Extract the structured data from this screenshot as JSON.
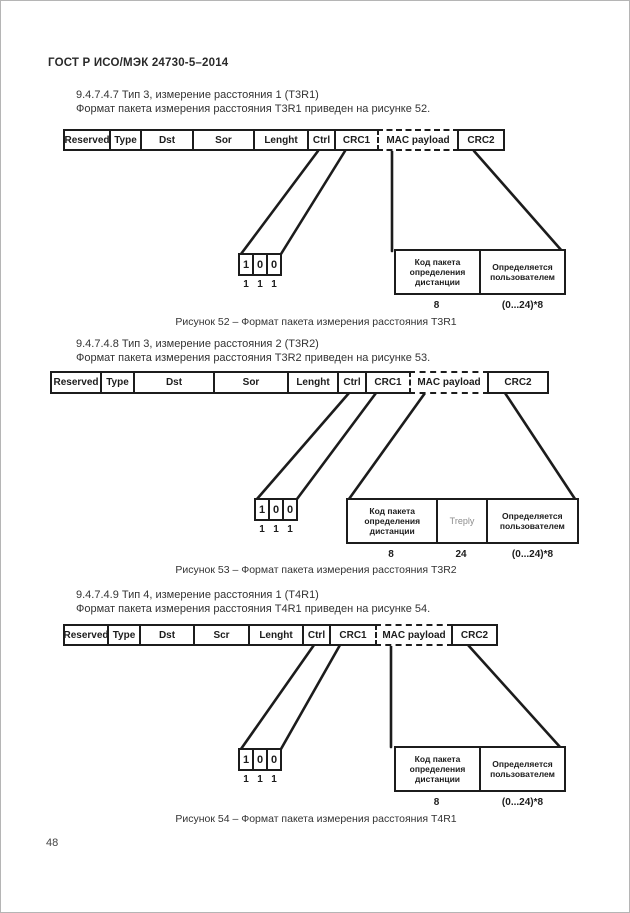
{
  "colors": {
    "ink": "#1c1c1c",
    "text": "#333333",
    "muted_field": "#8c8c8c"
  },
  "page": {
    "doc_header": "ГОСТ Р ИСО/МЭК 24730-5–2014",
    "page_number": "48"
  },
  "sections": [
    {
      "heading": "9.4.7.4.7 Тип 3, измерение расстояния 1 (T3R1)",
      "intro": "Формат пакета измерения расстояния T3R1 приведен на рисунке 52.",
      "figure": {
        "caption": "Рисунок 52 – Формат пакета измерения расстояния T3R1",
        "header_cells": [
          "Reserved",
          "Type",
          "Dst",
          "Sor",
          "Lenght",
          "Ctrl",
          "CRC1",
          "MAC payload",
          "CRC2"
        ],
        "ctrl_bits": [
          "1",
          "0",
          "0"
        ],
        "ctrl_bit_widths": [
          "1",
          "1",
          "1"
        ],
        "payload_fields": [
          {
            "label": "Код пакета определения дистанции",
            "size": "8"
          },
          {
            "label": "Определяется пользователем",
            "size": "(0...24)*8"
          }
        ]
      }
    },
    {
      "heading": "9.4.7.4.8 Тип 3, измерение расстояния 2 (T3R2)",
      "intro": "Формат пакета измерения расстояния T3R2 приведен на рисунке 53.",
      "figure": {
        "caption": "Рисунок 53 – Формат пакета измерения расстояния T3R2",
        "header_cells": [
          "Reserved",
          "Type",
          "Dst",
          "Sor",
          "Lenght",
          "Ctrl",
          "CRC1",
          "MAC payload",
          "CRC2"
        ],
        "ctrl_bits": [
          "1",
          "0",
          "0"
        ],
        "ctrl_bit_widths": [
          "1",
          "1",
          "1"
        ],
        "payload_fields": [
          {
            "label": "Код пакета определения дистанции",
            "size": "8"
          },
          {
            "label": "Treply",
            "size": "24"
          },
          {
            "label": "Определяется пользователем",
            "size": "(0...24)*8"
          }
        ]
      }
    },
    {
      "heading": "9.4.7.4.9 Тип 4, измерение расстояния 1 (T4R1)",
      "intro": "Формат пакета измерения расстояния T4R1 приведен на рисунке 54.",
      "figure": {
        "caption": "Рисунок 54 – Формат пакета измерения расстояния T4R1",
        "header_cells": [
          "Reserved",
          "Type",
          "Dst",
          "Scr",
          "Lenght",
          "Ctrl",
          "CRC1",
          "MAC payload",
          "CRC2"
        ],
        "ctrl_bits": [
          "1",
          "0",
          "0"
        ],
        "ctrl_bit_widths": [
          "1",
          "1",
          "1"
        ],
        "payload_fields": [
          {
            "label": "Код пакета определения дистанции",
            "size": "8"
          },
          {
            "label": "Определяется пользователем",
            "size": "(0...24)*8"
          }
        ]
      }
    }
  ]
}
